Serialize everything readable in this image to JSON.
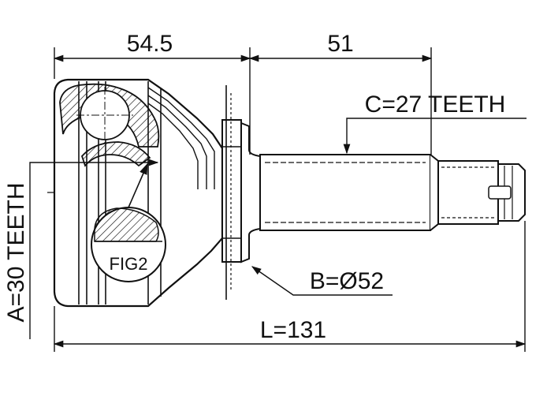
{
  "dimensions": {
    "outer_body_length": "54.5",
    "shaft_length": "51",
    "total_length": "L=131",
    "outer_spline": "C=27 TEETH",
    "inner_spline": "A=30 TEETH",
    "abs_diameter": "B=Ø52"
  },
  "detail_label": "FIG2",
  "colors": {
    "line": "#111111",
    "background": "#ffffff"
  }
}
